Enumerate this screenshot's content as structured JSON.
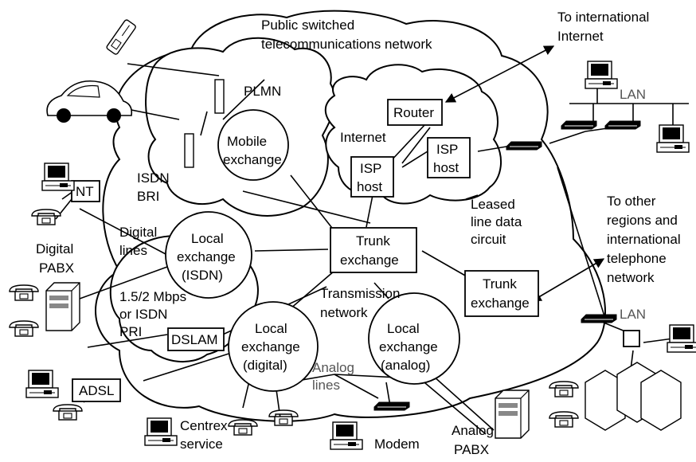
{
  "labels": {
    "pstn": [
      "Public switched",
      "telecommunications network"
    ],
    "plmn": "PLMN",
    "mobile_exchange": [
      "Mobile",
      "exchange"
    ],
    "internet": "Internet",
    "router": "Router",
    "isp_host_1": [
      "ISP",
      "host"
    ],
    "isp_host_2": [
      "ISP",
      "host"
    ],
    "to_international_internet": [
      "To international",
      "Internet"
    ],
    "lan_top": "LAN",
    "nt": "NT",
    "isdn_bri": [
      "ISDN",
      "BRI"
    ],
    "digital_lines": [
      "Digital",
      "lines"
    ],
    "local_exchange_isdn": [
      "Local",
      "exchange",
      "(ISDN)"
    ],
    "digital_pabx": [
      "Digital",
      "PABX"
    ],
    "rate_note": [
      "1.5/2 Mbps",
      "or ISDN",
      "PRI"
    ],
    "trunk_exchange_1": [
      "Trunk",
      "exchange"
    ],
    "leased_line": [
      "Leased",
      "line data",
      "circuit"
    ],
    "to_other_regions": [
      "To other",
      "regions and",
      "international",
      "telephone",
      "network"
    ],
    "trunk_exchange_2": [
      "Trunk",
      "exchange"
    ],
    "transmission_network": [
      "Transmission",
      "network"
    ],
    "dslam": "DSLAM",
    "local_exchange_digital": [
      "Local",
      "exchange",
      "(digital)"
    ],
    "local_exchange_analog": [
      "Local",
      "exchange",
      "(analog)"
    ],
    "lan_right": "LAN",
    "adsl": "ADSL",
    "analog_lines": [
      "Analog",
      "lines"
    ],
    "centrex": [
      "Centrex",
      "service"
    ],
    "modem": "Modem",
    "analog_pabx": [
      "Analog",
      "PABX"
    ]
  }
}
